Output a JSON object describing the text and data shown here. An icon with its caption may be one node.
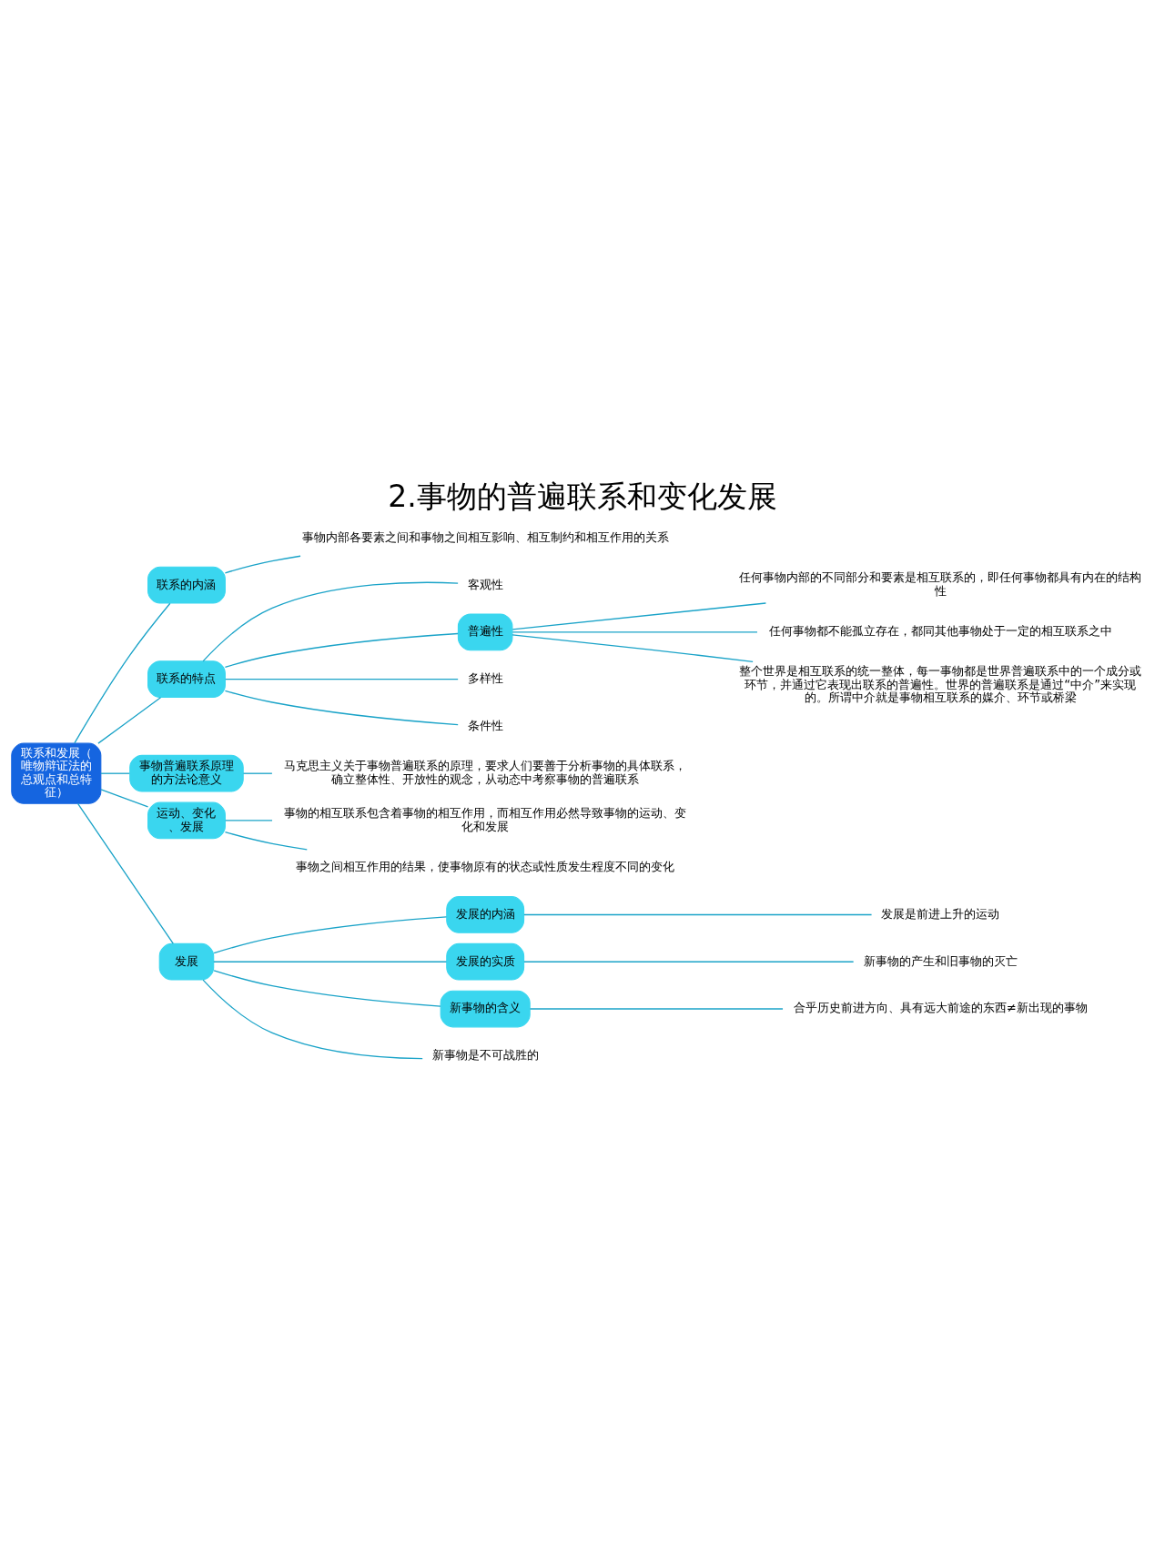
{
  "diagram": {
    "title": "2.事物的普遍联系和变化发展",
    "nodes": [
      {
        "text": [
          "联系和发展（唯物辩证法的总观点和总特征）"
        ]
      },
      {
        "text": [
          "联系的内涵"
        ]
      },
      {
        "text": [
          "事物内部各要素之间和事物之间相互影响、相互制约和相互作用的关系"
        ]
      },
      {
        "text": [
          "联系的特点"
        ]
      },
      {
        "text": [
          "客观性"
        ]
      },
      {
        "text": [
          "普遍性"
        ]
      },
      {
        "text": [
          "多样性"
        ]
      },
      {
        "text": [
          "条件性"
        ]
      },
      {
        "text": [
          "任何事物内部的不同部分和要素是相互联系的，即任何事物都具有内在的结构性"
        ]
      },
      {
        "text": [
          "任何事物都不能孤立存在，都同其他事物处于一定的相互联系之中"
        ]
      },
      {
        "text": [
          "整个世界是相互联系的统一整体，每一事物都是世界普遍联系中的一个成分或环节，并通过它表现出联系的普遍性。世界的普遍联系是通过“中介”来实现的。所谓中介就是事物相互联系的媒介、环节或桥梁"
        ]
      },
      {
        "text": [
          "事物普遍联系原理的方法论意义"
        ]
      },
      {
        "text": [
          "马克思主义关于事物普遍联系的原理，要求人们要善于分析事物的具体联系，确立整体性、开放性的观念，从动态中考察事物的普遍联系"
        ]
      },
      {
        "text": [
          "运动、变化、发展"
        ]
      },
      {
        "text": [
          "事物的相互联系包含着事物的相互作用，而相互作用必然导致事物的运动、变化和发展"
        ]
      },
      {
        "text": [
          "事物之间相互作用的结果，使事物原有的状态或性质发生程度不同的变化"
        ]
      },
      {
        "text": [
          "发展"
        ]
      },
      {
        "text": [
          "发展的内涵"
        ]
      },
      {
        "text": [
          "发展是前进上升的运动"
        ]
      },
      {
        "text": [
          "发展的实质"
        ]
      },
      {
        "text": [
          "新事物的产生和旧事物的灭亡"
        ]
      },
      {
        "text": [
          "新事物的含义"
        ]
      },
      {
        "text": [
          "合乎历史前进方向、具有远大前途的东西≠新出现的事物"
        ]
      },
      {
        "text": [
          "新事物是不可战胜的"
        ]
      }
    ],
    "edges": [
      {
        "from": 0,
        "to": 1,
        "arrow": "none"
      },
      {
        "from": 1,
        "to": 2,
        "arrow": "none"
      },
      {
        "from": 0,
        "to": 3,
        "arrow": "none"
      },
      {
        "from": 3,
        "to": 4,
        "arrow": "none"
      },
      {
        "from": 3,
        "to": 5,
        "arrow": "none"
      },
      {
        "from": 3,
        "to": 6,
        "arrow": "none"
      },
      {
        "from": 3,
        "to": 7,
        "arrow": "none"
      },
      {
        "from": 5,
        "to": 8,
        "arrow": "none"
      },
      {
        "from": 5,
        "to": 9,
        "arrow": "none"
      },
      {
        "from": 5,
        "to": 10,
        "arrow": "none"
      },
      {
        "from": 0,
        "to": 11,
        "arrow": "none"
      },
      {
        "from": 11,
        "to": 12,
        "arrow": "none"
      },
      {
        "from": 0,
        "to": 13,
        "arrow": "none"
      },
      {
        "from": 13,
        "to": 14,
        "arrow": "none"
      },
      {
        "from": 13,
        "to": 15,
        "arrow": "none"
      },
      {
        "from": 0,
        "to": 16,
        "arrow": "none"
      },
      {
        "from": 16,
        "to": 17,
        "arrow": "none"
      },
      {
        "from": 17,
        "to": 18,
        "arrow": "none"
      },
      {
        "from": 16,
        "to": 19,
        "arrow": "none"
      },
      {
        "from": 19,
        "to": 20,
        "arrow": "none"
      },
      {
        "from": 16,
        "to": 21,
        "arrow": "none"
      },
      {
        "from": 21,
        "to": 22,
        "arrow": "none"
      },
      {
        "from": 16,
        "to": 23,
        "arrow": "none"
      }
    ]
  }
}
